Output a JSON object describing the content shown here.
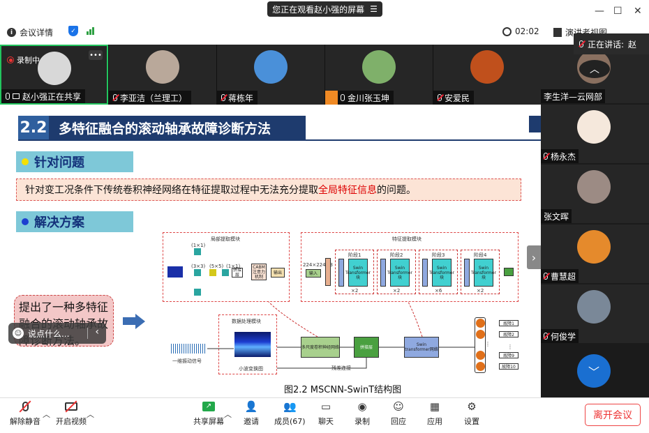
{
  "banner": {
    "text": "您正在观看赵小强的屏幕",
    "menu_icon": "menu-icon"
  },
  "window": {
    "minimize": "—",
    "maximize": "☐",
    "close": "✕"
  },
  "infobar": {
    "meeting_info_label": "会议详情",
    "timer": "02:02",
    "view_label": "演讲者视图",
    "speaking_label": "正在讲话:",
    "speaking_name": "赵"
  },
  "participants": [
    {
      "name": "赵小强正在共享",
      "mic": "on",
      "recording": "录制中",
      "avatar_color": "#d8d8d8",
      "share_icon": true
    },
    {
      "name": "李亚洁（兰理工）",
      "mic": "off",
      "avatar_color": "#b9a89a"
    },
    {
      "name": "蒋栋年",
      "mic": "off",
      "avatar_color": "#4a90d9"
    },
    {
      "name": "金川张玉坤",
      "mic": "on",
      "avatar_color": "#7fb06a",
      "badge": "person"
    },
    {
      "name": "安爱民",
      "mic": "off",
      "avatar_color": "#c0501c"
    }
  ],
  "side_participants": [
    {
      "name": "李生洋—云网部",
      "mic": "on",
      "avatar_color": "#8a7060"
    },
    {
      "name": "杨永杰",
      "mic": "off",
      "avatar_color": "#f5e8dc"
    },
    {
      "name": "张文晖",
      "mic": "none",
      "avatar_color": "#9c8b84"
    },
    {
      "name": "曹慧超",
      "mic": "off",
      "avatar_color": "#e58a2c"
    },
    {
      "name": "何俊学",
      "mic": "off",
      "avatar_color": "#7a8898"
    }
  ],
  "slide": {
    "num": "2.2",
    "title": "多特征融合的滚动轴承故障诊断方法",
    "problem_heading": "针对问题",
    "problem_text_before": "针对变工况条件下传统卷积神经网络在特征提取过程中无法充分提取",
    "problem_text_highlight": "全局特征信息",
    "problem_text_after": "的问题。",
    "solution_heading": "解决方案",
    "solution_text": "提出了一种多特征融合的滚动轴承故障诊断方法。",
    "figure_caption": "图2.2 MSCNN-SwinT结构图",
    "comment_placeholder": "说点什么..."
  },
  "diagram": {
    "local_module": "局部提取模块",
    "global_module": "特征提取模块",
    "data_module": "数据处理模块",
    "signal_label": "一维振动信号",
    "wavelet_label": "小波变换图",
    "input_label": "输入",
    "input_size": "224×224×3",
    "concat_label": "拼接层",
    "cabm_label": "CABM 注意力机制",
    "output_label": "输出",
    "multiscale_label": "多尺度卷积神经网络",
    "concat2_label": "拼接层",
    "swin_label": "Swin transformer网络",
    "skip_label": "残差连接",
    "stage_labels": [
      "阶段1",
      "阶段2",
      "阶段3",
      "阶段4"
    ],
    "swin_block": "Swin Transformer块",
    "repeat_labels": [
      "×2",
      "×2",
      "×6",
      "×2"
    ],
    "conv_labels": [
      "(1×1)",
      "(3×3)",
      "(5×5)",
      "(1×1)"
    ],
    "fault_labels": [
      "故障1",
      "故障2",
      "故障9",
      "故障10"
    ]
  },
  "toolbar": {
    "mute": "解除静音",
    "video": "开启视频",
    "share": "共享屏幕",
    "invite": "邀请",
    "members": "成员(67)",
    "chat": "聊天",
    "record": "录制",
    "reactions": "回应",
    "apps": "应用",
    "settings": "设置",
    "leave": "离开会议"
  },
  "colors": {
    "accent": "#1a73e8",
    "title_bar": "#1e3b6e",
    "section": "#7ec8d8",
    "danger": "#e33"
  }
}
